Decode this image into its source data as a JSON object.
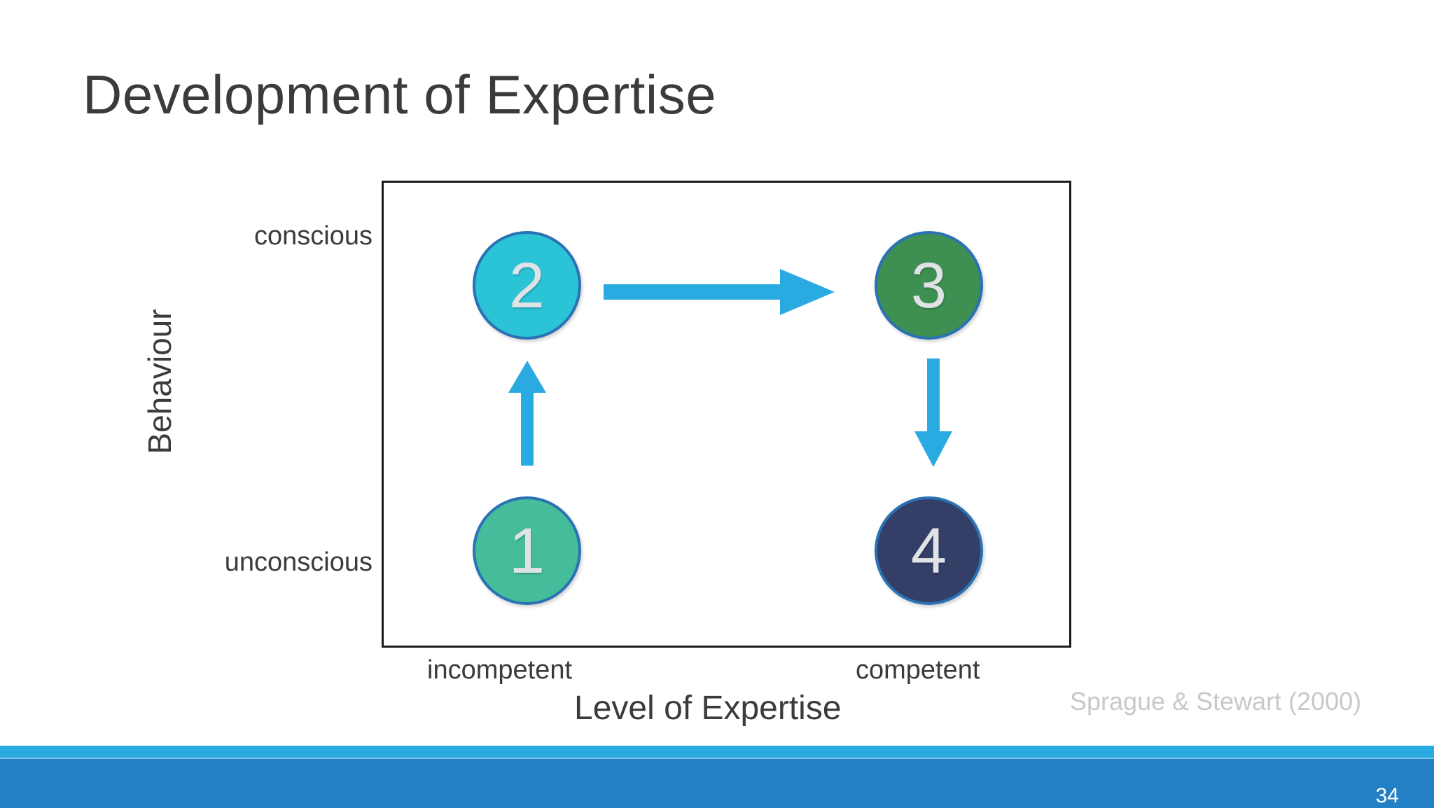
{
  "slide": {
    "title": "Development of Expertise",
    "page_number": "34",
    "citation": "Sprague & Stewart (2000)"
  },
  "colors": {
    "title_text": "#3b3b3b",
    "axis_text": "#3b3b3b",
    "citation_text": "#c6c9cc",
    "arrow": "#29abe2",
    "node_border": "#2a72b5",
    "node_numeral": "#dfe3e6",
    "footer_accent": "#29abe2",
    "footer_bar": "#2480c4",
    "plot_border": "#1a1a1a"
  },
  "chart_data": {
    "type": "scatter",
    "title": "Development of Expertise",
    "xlabel": "Level of Expertise",
    "ylabel": "Behaviour",
    "x_ticks": [
      "incompetent",
      "competent"
    ],
    "y_ticks": [
      "unconscious",
      "conscious"
    ],
    "grid": false,
    "legend": "none",
    "nodes": [
      {
        "id": "1",
        "label": "1",
        "x": "incompetent",
        "y": "unconscious",
        "color": "#45bd9a"
      },
      {
        "id": "2",
        "label": "2",
        "x": "incompetent",
        "y": "conscious",
        "color": "#2bc4d6"
      },
      {
        "id": "3",
        "label": "3",
        "x": "competent",
        "y": "conscious",
        "color": "#3d8f52"
      },
      {
        "id": "4",
        "label": "4",
        "x": "competent",
        "y": "unconscious",
        "color": "#333f66"
      }
    ],
    "edges": [
      {
        "from": "1",
        "to": "2",
        "direction": "up"
      },
      {
        "from": "2",
        "to": "3",
        "direction": "right"
      },
      {
        "from": "3",
        "to": "4",
        "direction": "down"
      }
    ],
    "annotations": [
      "Sprague & Stewart (2000)"
    ]
  },
  "axis": {
    "y_title": "Behaviour",
    "x_title": "Level of Expertise",
    "tick_conscious": "conscious",
    "tick_unconscious": "unconscious",
    "tick_incompetent": "incompetent",
    "tick_competent": "competent"
  },
  "nodes": {
    "n1": "1",
    "n2": "2",
    "n3": "3",
    "n4": "4"
  }
}
